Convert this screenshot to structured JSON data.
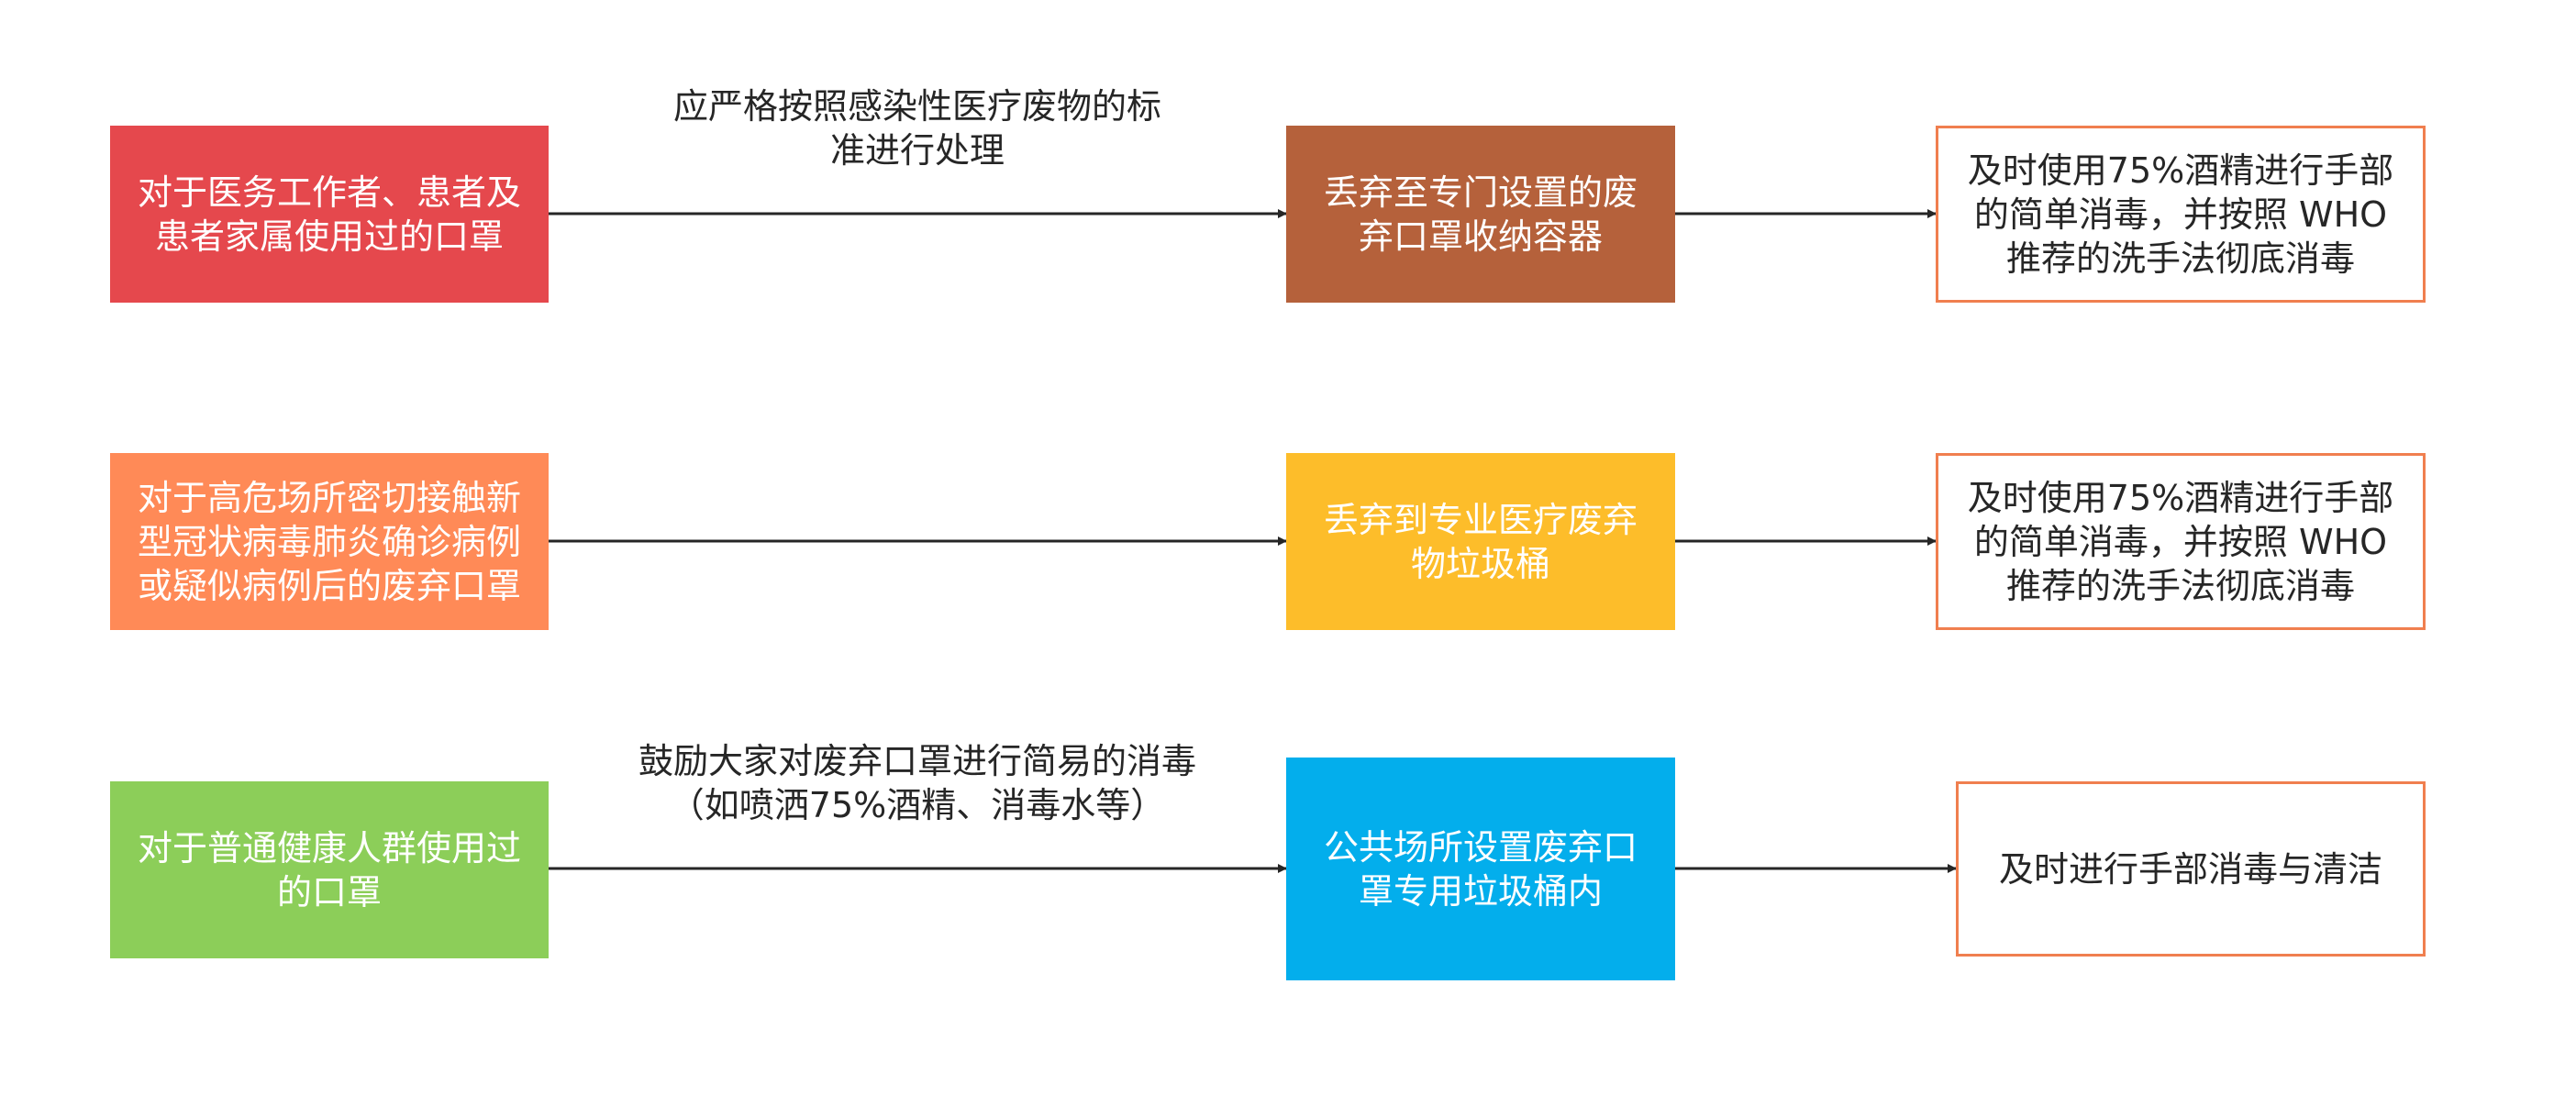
{
  "colors": {
    "row1_source": "#e5484d",
    "row1_target": "#b5613b",
    "row2_source": "#ff8a57",
    "row2_target": "#fdbd2a",
    "row3_source": "#8cce59",
    "row3_target": "#03aeec",
    "result_border": "#f07f4f",
    "arrow": "#262626"
  },
  "rows": [
    {
      "source": "对于医务工作者、患者及\n患者家属使用过的口罩",
      "edge1_label": "应严格按照感染性医疗废物的标\n准进行处理",
      "target": "丢弃至专门设置的废\n弃口罩收纳容器",
      "result": "及时使用75%酒精进行手部\n的简单消毒，并按照 WHO\n推荐的洗手法彻底消毒"
    },
    {
      "source": "对于高危场所密切接触新\n型冠状病毒肺炎确诊病例\n或疑似病例后的废弃口罩",
      "edge1_label": "",
      "target": "丢弃到专业医疗废弃\n物垃圾桶",
      "result": "及时使用75%酒精进行手部\n的简单消毒，并按照 WHO\n推荐的洗手法彻底消毒"
    },
    {
      "source": "对于普通健康人群使用过\n的口罩",
      "edge1_label": "鼓励大家对废弃口罩进行简易的消毒\n（如喷洒75%酒精、消毒水等）",
      "target": "公共场所设置废弃口\n罩专用垃圾桶内",
      "result": "及时进行手部消毒与清洁"
    }
  ]
}
